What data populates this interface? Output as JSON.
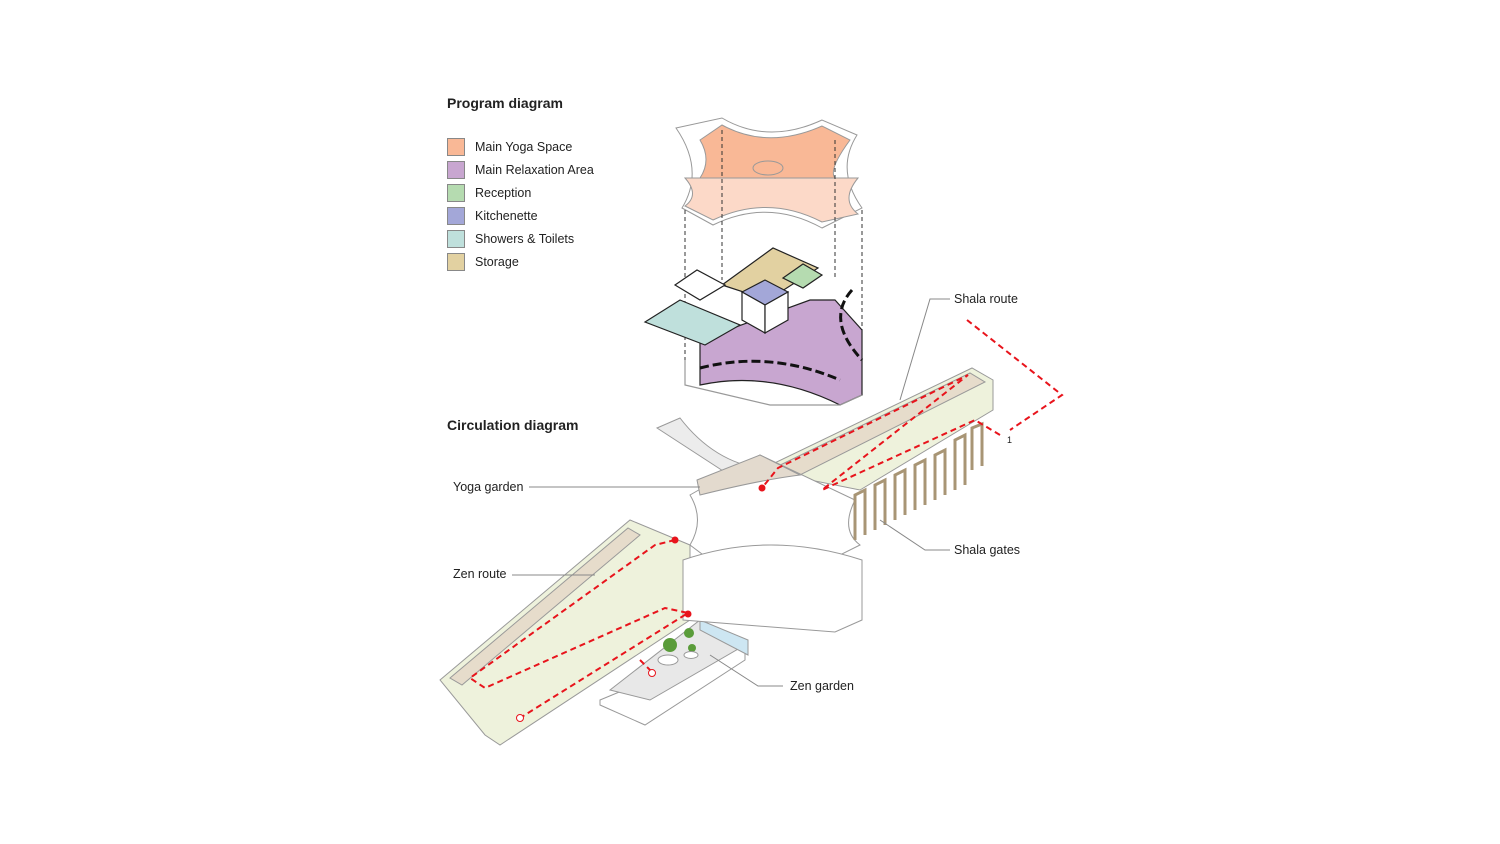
{
  "program": {
    "title": "Program diagram",
    "legend": [
      {
        "label": "Main Yoga Space",
        "color": "#f9b896"
      },
      {
        "label": "Main Relaxation Area",
        "color": "#c8a6d0"
      },
      {
        "label": "Reception",
        "color": "#b5dbb0"
      },
      {
        "label": "Kitchenette",
        "color": "#a3a7d8"
      },
      {
        "label": "Showers & Toilets",
        "color": "#bfe0dc"
      },
      {
        "label": "Storage",
        "color": "#e2d1a1"
      }
    ]
  },
  "circulation": {
    "title": "Circulation diagram",
    "labels": {
      "shala_route": "Shala route",
      "yoga_garden": "Yoga garden",
      "shala_gates": "Shala gates",
      "zen_route": "Zen route",
      "zen_garden": "Zen garden",
      "entry_marker": "1"
    },
    "route_color": "#e8141c"
  }
}
